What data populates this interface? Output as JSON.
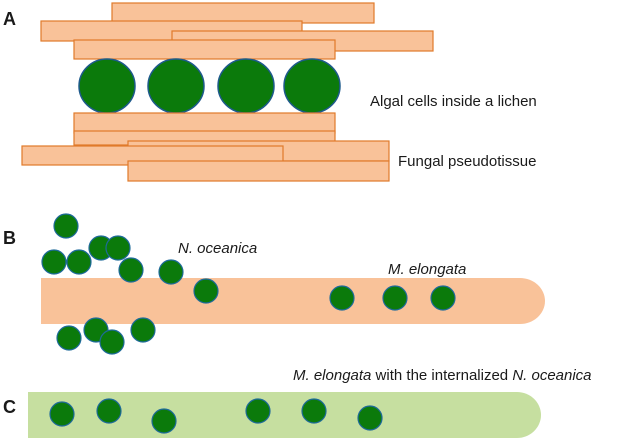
{
  "panels": {
    "a": {
      "label": "A",
      "algal_caption": "Algal cells inside a lichen",
      "fungal_caption": "Fungal pseudotissue"
    },
    "b": {
      "label": "B",
      "n_oceanica_label": "N. oceanica",
      "m_elongata_label": "M. elongata"
    },
    "c": {
      "label": "C",
      "caption_italic_1": "M. elongata",
      "caption_middle": " with the internalized ",
      "caption_italic_2": "N. oceanica"
    }
  },
  "colors": {
    "fungal_fill": "#f9c299",
    "fungal_outline": "#e07a2a",
    "algal_fill": "#0b7a0b",
    "algal_outline": "#1e5a8c",
    "hypha_with_algae_fill": "#c6dfa0"
  }
}
